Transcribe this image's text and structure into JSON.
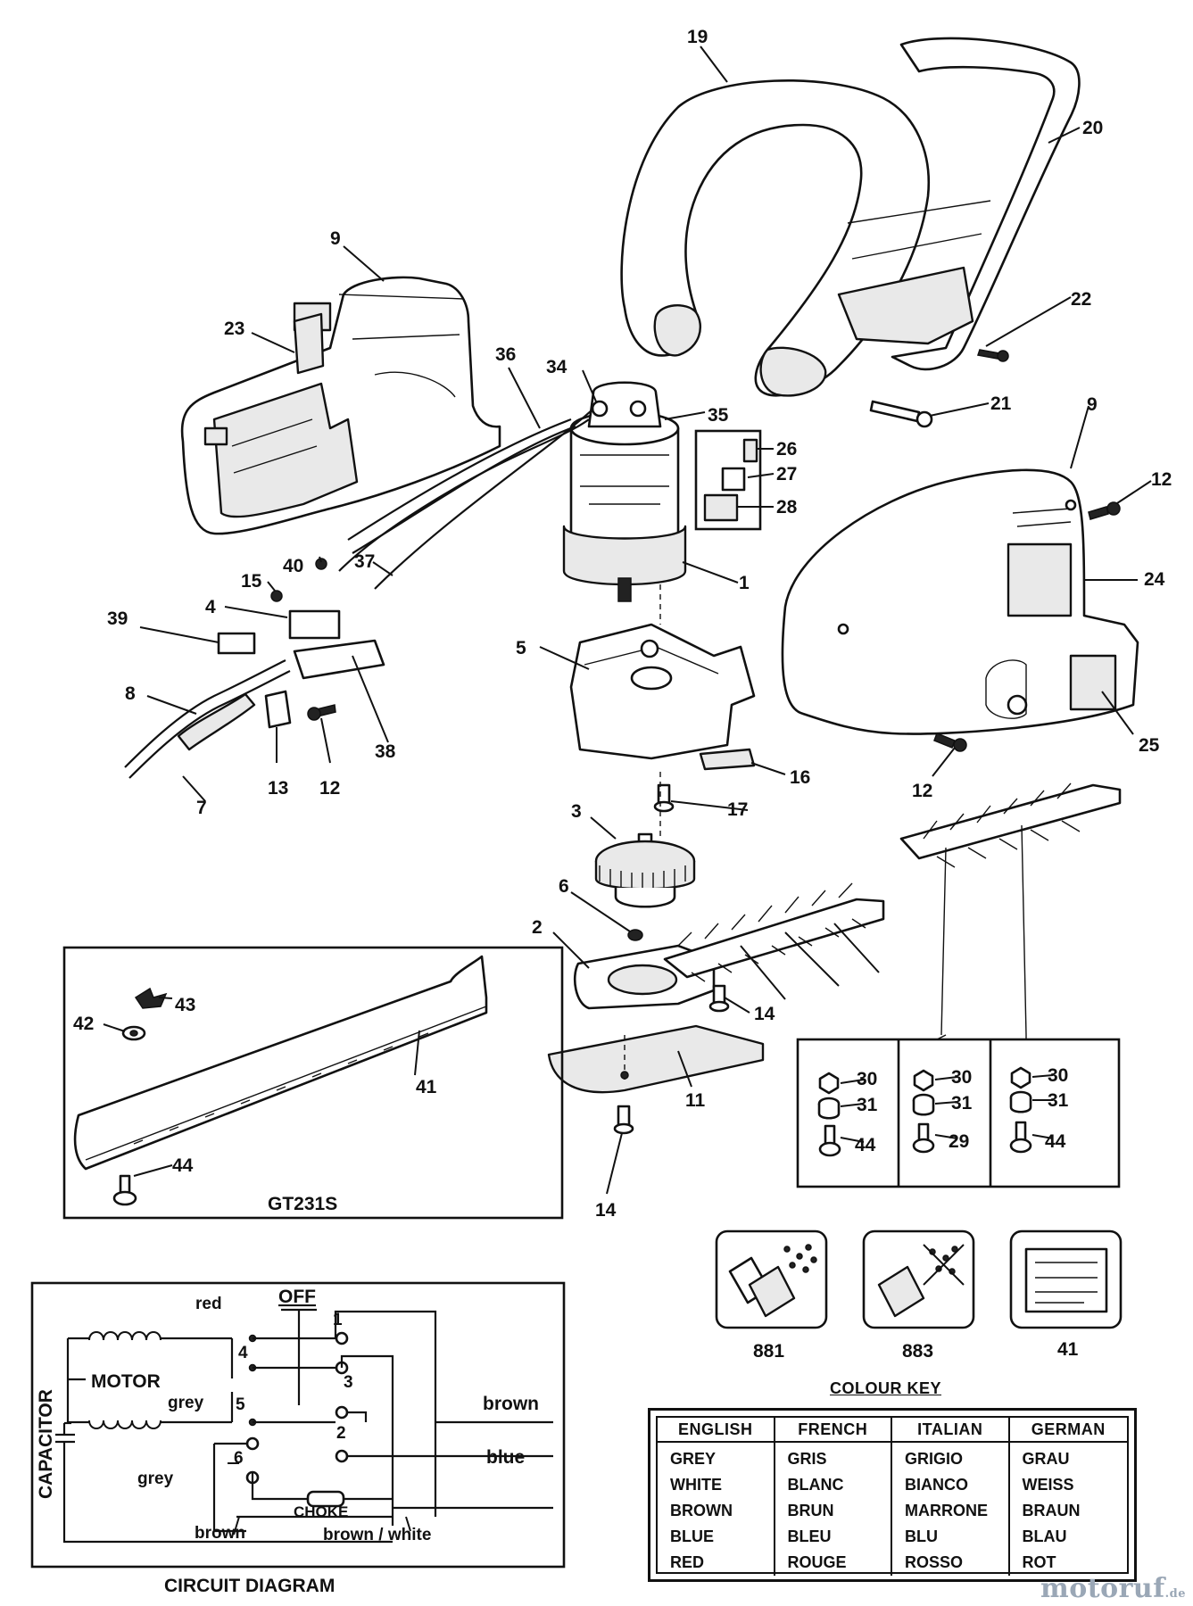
{
  "callouts": {
    "c19": "19",
    "c20": "20",
    "c9a": "9",
    "c23": "23",
    "c36": "36",
    "c34": "34",
    "c35": "35",
    "c22": "22",
    "c21": "21",
    "c26": "26",
    "c27": "27",
    "c28": "28",
    "c9b": "9",
    "c12a": "12",
    "c24": "24",
    "c40": "40",
    "c37": "37",
    "c15": "15",
    "c1": "1",
    "c4": "4",
    "c39": "39",
    "c5": "5",
    "c8": "8",
    "c13": "13",
    "c12b": "12",
    "c38": "38",
    "c7": "7",
    "c16": "16",
    "c25": "25",
    "c12c": "12",
    "c17": "17",
    "c3": "3",
    "c6": "6",
    "c2": "2",
    "c14a": "14",
    "c43": "43",
    "c42": "42",
    "c41": "41",
    "c44a": "44",
    "c11": "11",
    "c14b": "14",
    "k30a": "30",
    "k31a": "31",
    "k44a": "44",
    "k30b": "30",
    "k31b": "31",
    "k29": "29",
    "k30c": "30",
    "k31c": "31",
    "k44b": "44"
  },
  "inset_model": "GT231S",
  "icons": {
    "i881": "881",
    "i883": "883",
    "i41": "41"
  },
  "circuit": {
    "title": "CIRCUIT DIAGRAM",
    "capacitor": "CAPACITOR",
    "motor": "MOTOR",
    "choke": "CHOKE",
    "off": "OFF",
    "red": "red",
    "grey_top": "grey",
    "grey_left": "grey",
    "brown_right": "brown",
    "blue_right": "blue",
    "brown_bottom": "brown",
    "brown_white": "brown / white",
    "t1": "1",
    "t2": "2",
    "t3": "3",
    "t4": "4",
    "t5": "5",
    "t6": "6"
  },
  "colour_key": {
    "title": "COLOUR KEY",
    "columns": [
      {
        "header": "ENGLISH",
        "values": [
          "GREY",
          "WHITE",
          "BROWN",
          "BLUE",
          "RED"
        ]
      },
      {
        "header": "FRENCH",
        "values": [
          "GRIS",
          "BLANC",
          "BRUN",
          "BLEU",
          "ROUGE"
        ]
      },
      {
        "header": "ITALIAN",
        "values": [
          "GRIGIO",
          "BIANCO",
          "MARRONE",
          "BLU",
          "ROSSO"
        ]
      },
      {
        "header": "GERMAN",
        "values": [
          "GRAU",
          "WEISS",
          "BRAUN",
          "BLAU",
          "ROT"
        ]
      }
    ]
  },
  "watermark": {
    "main": "motoruf",
    "suffix": ".de"
  }
}
